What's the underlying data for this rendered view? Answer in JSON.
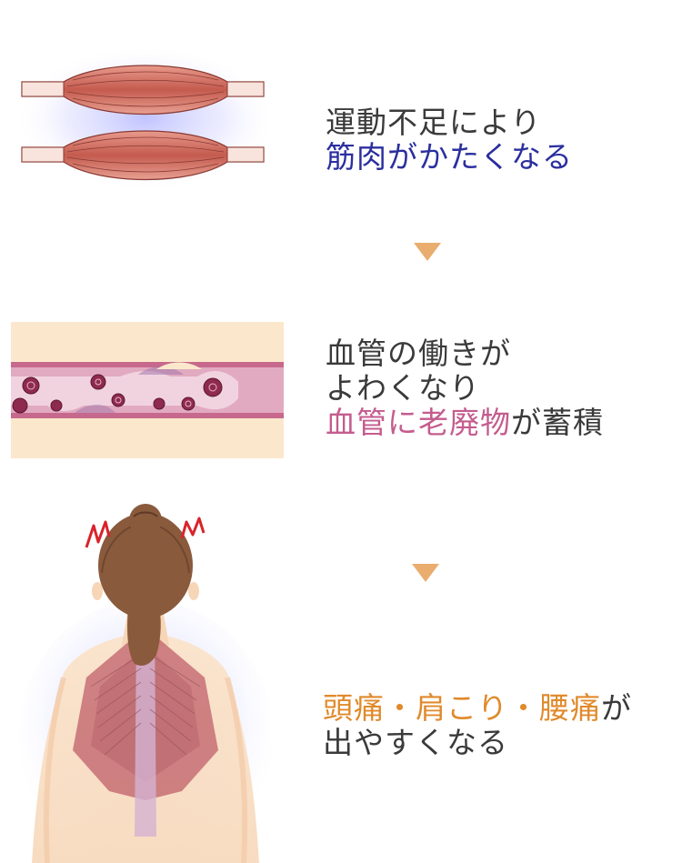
{
  "colors": {
    "text_default": "#3a3a3a",
    "blue_highlight": "#2b2f9e",
    "pink_highlight": "#c45c8e",
    "orange_highlight": "#e08a2c",
    "arrow": "#e9ad6e"
  },
  "step1": {
    "line1": "運動不足により",
    "line2": "筋肉がかたくなる",
    "illustration_icon": "muscle-fiber-icon"
  },
  "step2": {
    "line1": "血管の働きが",
    "line2": "よわくなり",
    "line3_highlight": "血管に老廃物",
    "line3_rest": "が蓄積",
    "illustration_icon": "blood-vessel-icon"
  },
  "step3": {
    "line1_part1": "頭痛",
    "line1_sep1": "・",
    "line1_part2": "肩こり",
    "line1_sep2": "・",
    "line1_part3": "腰痛",
    "line1_rest": "が",
    "line2": "出やすくなる",
    "illustration_icon": "woman-back-pain-icon"
  }
}
